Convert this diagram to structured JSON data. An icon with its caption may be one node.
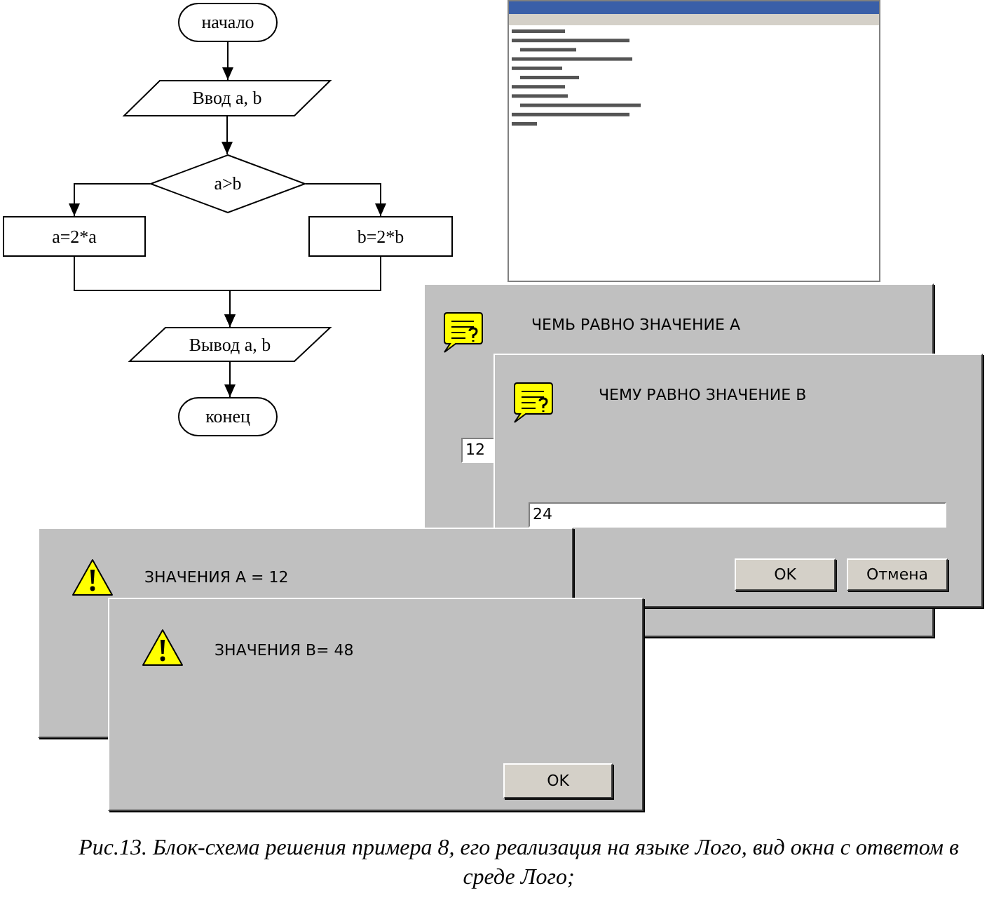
{
  "diagram": {
    "caption": "Рис.13. Блок-схема решения примера 8, его реализация на языке Лого, вид окна с ответом в среде Лого;",
    "nodes": [
      {
        "text": [
          "начало"
        ]
      },
      {
        "text": [
          "Ввод a, b"
        ]
      },
      {
        "text": [
          "a>b"
        ]
      },
      {
        "text": [
          "a=2*a"
        ]
      },
      {
        "text": [
          "b=2*b"
        ]
      },
      {
        "text": [
          "Вывод a, b"
        ]
      },
      {
        "text": [
          "конец"
        ]
      }
    ],
    "edges": [
      {
        "from": 0,
        "to": 1,
        "arrow": "to"
      },
      {
        "from": 1,
        "to": 2,
        "arrow": "to"
      },
      {
        "from": 2,
        "to": 3,
        "arrow": "to"
      },
      {
        "from": 2,
        "to": 4,
        "arrow": "to"
      },
      {
        "from": 3,
        "to": 5,
        "arrow": "to"
      },
      {
        "from": 4,
        "to": 5,
        "arrow": "to"
      },
      {
        "from": 5,
        "to": 6,
        "arrow": "to"
      }
    ],
    "labels": [
      "ЧЕМЬ РАВНО ЗНАЧЕНИЕ А",
      "12",
      "ЧЕМУ РАВНО ЗНАЧЕНИЕ В",
      "24",
      "OK",
      "Отмена",
      "ЗНАЧЕНИЯ А = 12",
      "ЗНАЧЕНИЯ В= 48",
      "OK"
    ]
  }
}
